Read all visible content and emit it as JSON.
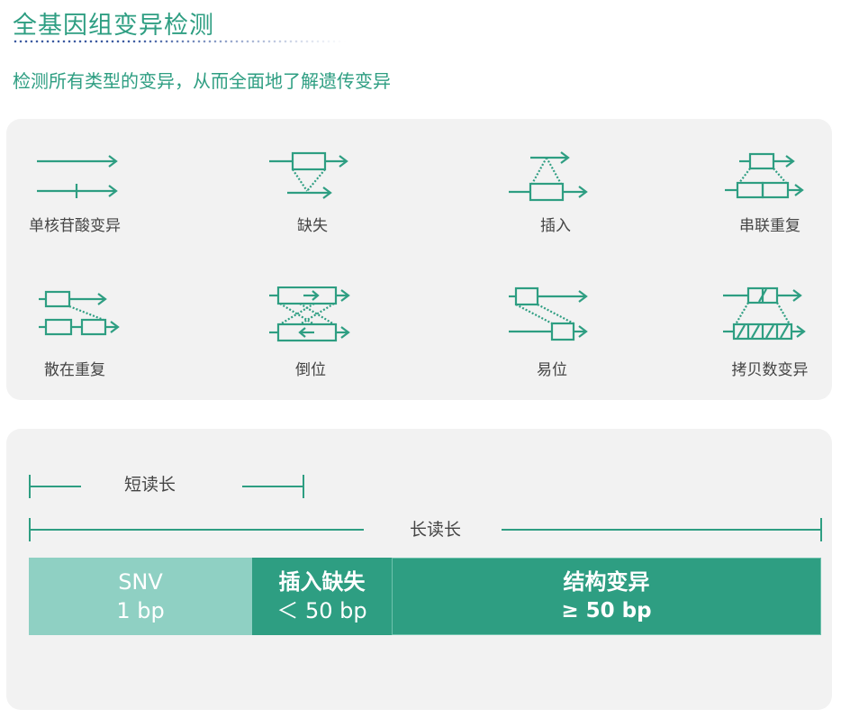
{
  "header": {
    "title": "全基因组变异检测",
    "subtitle": "检测所有类型的变异，从而全面地了解遗传变异"
  },
  "variant_types": [
    {
      "label": "单核苷酸变异",
      "icon": "snv-icon"
    },
    {
      "label": "缺失",
      "icon": "deletion-icon"
    },
    {
      "label": "插入",
      "icon": "insertion-icon"
    },
    {
      "label": "串联重复",
      "icon": "tandem-duplication-icon"
    },
    {
      "label": "散在重复",
      "icon": "interspersed-duplication-icon"
    },
    {
      "label": "倒位",
      "icon": "inversion-icon"
    },
    {
      "label": "易位",
      "icon": "translocation-icon"
    },
    {
      "label": "拷贝数变异",
      "icon": "copy-number-variation-icon"
    }
  ],
  "read_length": {
    "short": "短读长",
    "long": "长读长"
  },
  "size_bar": [
    {
      "line1": "SNV",
      "line2": "1 bp"
    },
    {
      "line1": "插入缺失",
      "line2": "＜ 50 bp"
    },
    {
      "line1": "结构变异",
      "line2": "≥ 50 bp"
    }
  ],
  "colors": {
    "accent": "#2e9e82",
    "light_accent": "#8fd0c3",
    "panel_bg": "#f2f2f2",
    "dots": "#3c5aa0"
  }
}
